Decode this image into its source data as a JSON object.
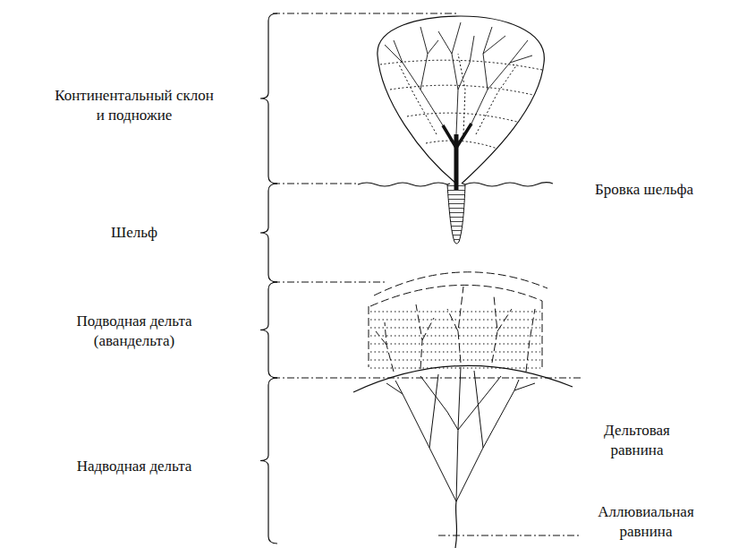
{
  "diagram": {
    "labels": [
      "Континентальный склон и подножие",
      "Шельф",
      "Подводная дельта (авандельта)",
      "Надводная дельта",
      "Бровка шельфа",
      "Дельтовая равнина",
      "Аллювиальная равнина"
    ]
  }
}
